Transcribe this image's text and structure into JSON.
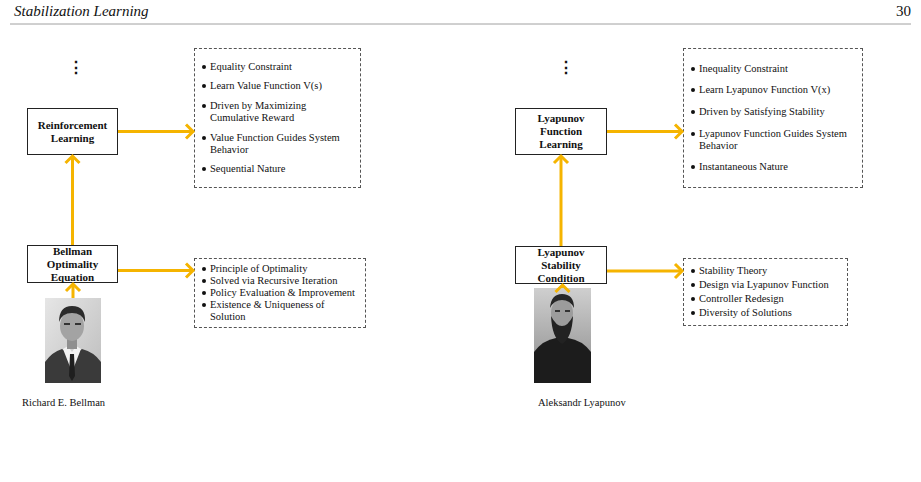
{
  "diagram": {
    "nodes": [
      {
        "text": [
          "Reinforcement Learning"
        ]
      },
      {
        "text": [
          "Equality Constraint",
          "Learn Value Function V(s)",
          "Driven by Maximizing Cumulative Reward",
          "Value Function Guides System Behavior",
          "Sequential Nature"
        ]
      },
      {
        "text": [
          "Bellman Optimality Equation"
        ]
      },
      {
        "text": [
          "Principle of Optimality",
          "Solved via Recursive Iteration",
          "Policy Evaluation & Improvement",
          "Existence & Uniqueness of Solution"
        ]
      },
      {
        "text": [
          "Richard E. Bellman"
        ]
      },
      {
        "text": [
          "Lyapunov Function Learning"
        ]
      },
      {
        "text": [
          "Inequality Constraint",
          "Learn Lyapunov Function V(x)",
          "Driven by Satisfying Stability",
          "Lyapunov Function Guides System Behavior",
          "Instantaneous Nature"
        ]
      },
      {
        "text": [
          "Lyapunov Stability Condition"
        ]
      },
      {
        "text": [
          "Stability Theory",
          "Design via Lyapunov Function",
          "Controller Redesign",
          "Diversity of Solutions"
        ]
      },
      {
        "text": [
          "Aleksandr Lyapunov"
        ]
      }
    ],
    "edges": [
      {
        "from": 0,
        "to": 1,
        "arrow": "to"
      },
      {
        "from": 2,
        "to": 0,
        "arrow": "to"
      },
      {
        "from": 2,
        "to": 3,
        "arrow": "to"
      },
      {
        "from": 4,
        "to": 2,
        "arrow": "to"
      },
      {
        "from": 5,
        "to": 6,
        "arrow": "to"
      },
      {
        "from": 7,
        "to": 5,
        "arrow": "to"
      },
      {
        "from": 7,
        "to": 8,
        "arrow": "to"
      },
      {
        "from": 9,
        "to": 7,
        "arrow": "to"
      }
    ],
    "labels": [
      "Stabilization Learning",
      "30",
      "⋮",
      "⋮"
    ]
  }
}
